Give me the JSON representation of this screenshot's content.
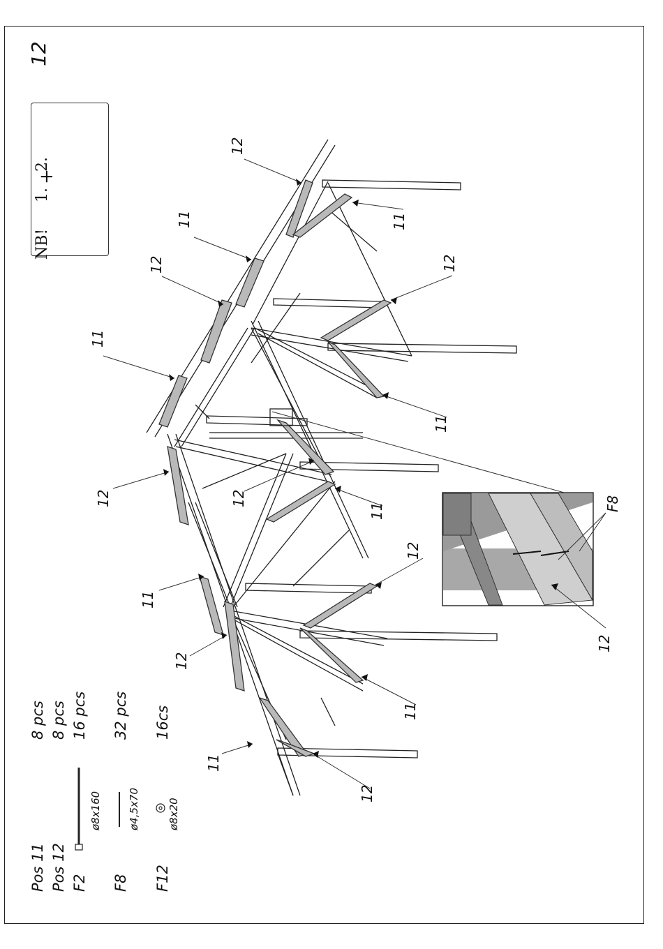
{
  "step_number": "12",
  "note_box": {
    "nb": "NB!",
    "step1": "1.",
    "step2": "2.",
    "plus": "+"
  },
  "callouts": {
    "c01": "12",
    "c02": "11",
    "c03": "12",
    "c04": "11",
    "c05": "12",
    "c06": "11",
    "c07": "11",
    "c08": "12",
    "c09": "12",
    "c10": "11",
    "c11": "12",
    "c12": "11",
    "c13": "12",
    "c14": "11",
    "c15": "11",
    "c16": "12",
    "c17": "12"
  },
  "detail": {
    "label_f8": "F8",
    "label_12": "12"
  },
  "parts": {
    "pos11": {
      "name": "Pos 11",
      "qty": "8 pcs"
    },
    "pos12": {
      "name": "Pos 12",
      "qty": "8 pcs"
    },
    "f2": {
      "name": "F2",
      "qty": "16 pcs",
      "size": "ø8x160"
    },
    "f8": {
      "name": "F8",
      "qty": "32 pcs",
      "size": "ø4,5x70"
    },
    "f12": {
      "name": "F12",
      "qty": "16cs",
      "size": "ø8x20"
    }
  }
}
